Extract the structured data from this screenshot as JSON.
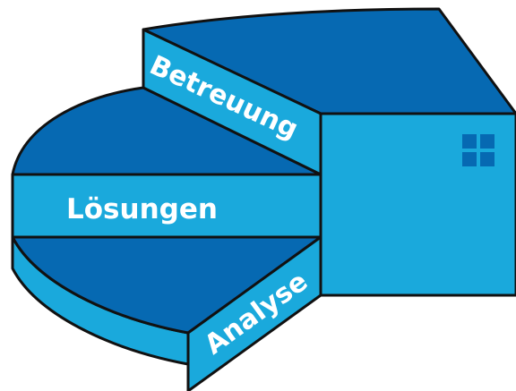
{
  "diagram": {
    "steps": [
      {
        "id": "analyse",
        "label": "Analyse"
      },
      {
        "id": "loesungen",
        "label": "Lösungen"
      },
      {
        "id": "betreuung",
        "label": "Betreuung"
      }
    ]
  },
  "colors": {
    "top_face": "#0669B2",
    "side_face": "#1AA9DC",
    "outline": "#111111",
    "window": "#0669B2",
    "label_text": "#FFFFFF"
  }
}
